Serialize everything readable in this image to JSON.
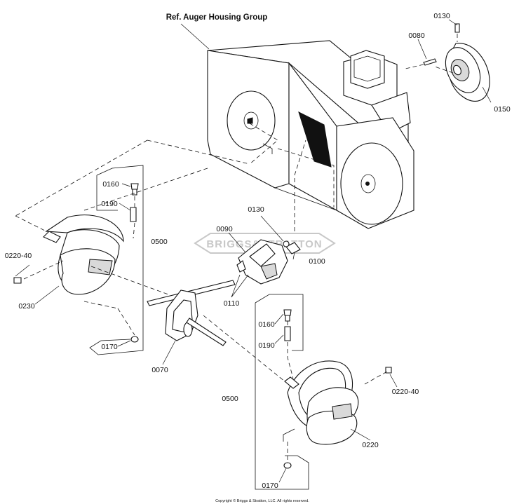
{
  "diagram": {
    "reference_label": "Ref. Auger Housing Group",
    "watermark": "BRIGGS&STRATTON",
    "copyright": "Copyright © Briggs & Stratton, LLC. All rights reserved.",
    "callouts": {
      "p0130_top": "0130",
      "p0080": "0080",
      "p0150": "0150",
      "p0130_mid": "0130",
      "p0090": "0090",
      "p0100": "0100",
      "p0110": "0110",
      "p0070": "0070",
      "p0160_left": "0160",
      "p0190_left": "0190",
      "p0500_left": "0500",
      "p0220_40_left": "0220-40",
      "p0230": "0230",
      "p0170_left": "0170",
      "p0160_right": "0160",
      "p0190_right": "0190",
      "p0500_right": "0500",
      "p0220_40_right": "0220-40",
      "p0220": "0220",
      "p0170_right": "0170"
    }
  }
}
